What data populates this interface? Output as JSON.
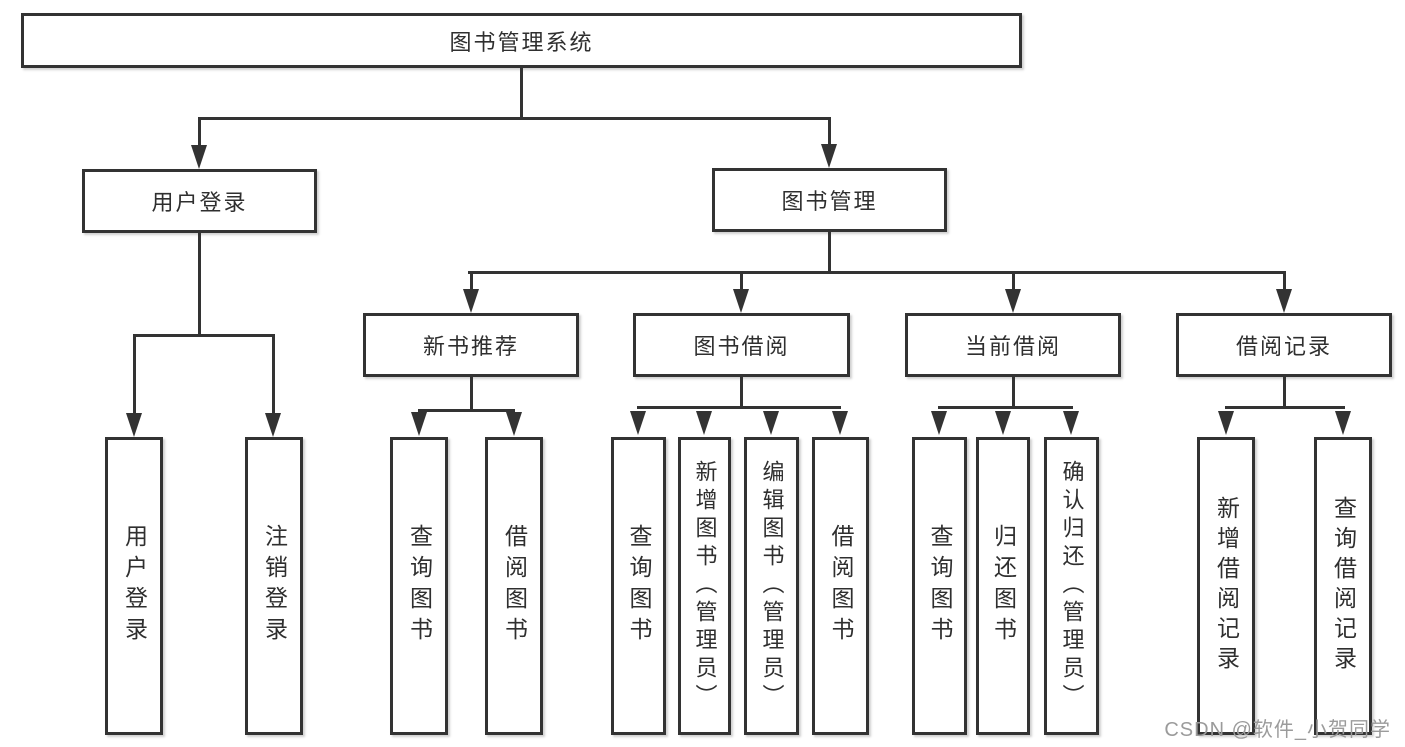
{
  "diagram": {
    "root": {
      "label": "图书管理系统",
      "children": [
        {
          "label": "用户登录",
          "children": [
            {
              "label": "用户登录"
            },
            {
              "label": "注销登录"
            }
          ]
        },
        {
          "label": "图书管理",
          "children": [
            {
              "label": "新书推荐",
              "children": [
                {
                  "label": "查询图书"
                },
                {
                  "label": "借阅图书"
                }
              ]
            },
            {
              "label": "图书借阅",
              "children": [
                {
                  "label": "查询图书"
                },
                {
                  "label": "新增图书（管理员）"
                },
                {
                  "label": "编辑图书（管理员）"
                },
                {
                  "label": "借阅图书"
                }
              ]
            },
            {
              "label": "当前借阅",
              "children": [
                {
                  "label": "查询图书"
                },
                {
                  "label": "归还图书"
                },
                {
                  "label": "确认归还（管理员）"
                }
              ]
            },
            {
              "label": "借阅记录",
              "children": [
                {
                  "label": "新增借阅记录"
                },
                {
                  "label": "查询借阅记录"
                }
              ]
            }
          ]
        }
      ]
    },
    "watermark": "CSDN @软件_小贺同学",
    "colors": {
      "line": "#333333",
      "text": "#2f2f2f",
      "background": "#ffffff",
      "watermark": "#9b9b9b"
    }
  }
}
